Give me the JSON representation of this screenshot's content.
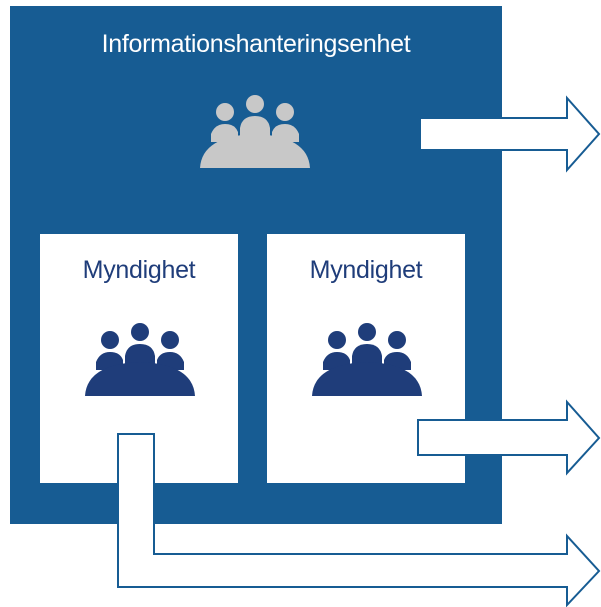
{
  "unit": {
    "title": "Informationshanteringsenhet",
    "icon": "people-group-icon"
  },
  "authorities": [
    {
      "title": "Myndighet",
      "icon": "people-group-icon"
    },
    {
      "title": "Myndighet",
      "icon": "people-group-icon"
    }
  ],
  "colors": {
    "unit_background": "#175c93",
    "unit_icon": "#c8c8c8",
    "authority_icon": "#1f3d7a",
    "authority_text": "#1f3d7a",
    "arrow_stroke": "#175c93"
  }
}
